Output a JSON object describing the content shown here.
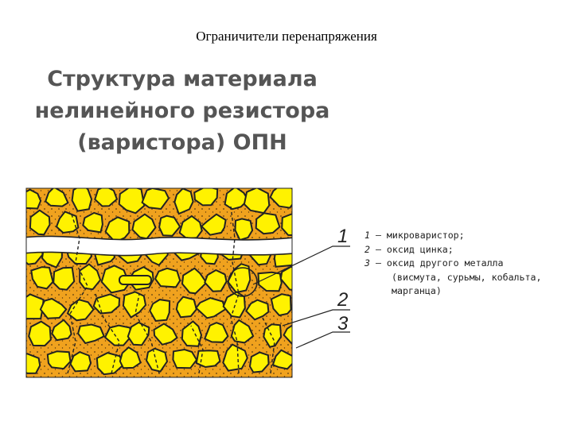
{
  "slide": {
    "title": "Ограничители перенапряжения"
  },
  "heading": {
    "line1": "Структура материала",
    "line2": "нелинейного резистора",
    "line3": "(варистора) ОПН"
  },
  "callouts": {
    "one": "1",
    "two": "2",
    "three": "3"
  },
  "legend": {
    "item1": {
      "num": "1",
      "text": " — микроваристор;"
    },
    "item2": {
      "num": "2",
      "text": " — оксид цинка;"
    },
    "item3": {
      "num": "3",
      "text": " — оксид другого металла"
    },
    "item3_cont1": "(висмута, сурьмы, кобальта,",
    "item3_cont2": "марганца)"
  },
  "colors": {
    "matrix": "#f0a21e",
    "grain": "#fff200",
    "crack": "#ffffff",
    "outline": "#222222",
    "heading": "#555555"
  }
}
